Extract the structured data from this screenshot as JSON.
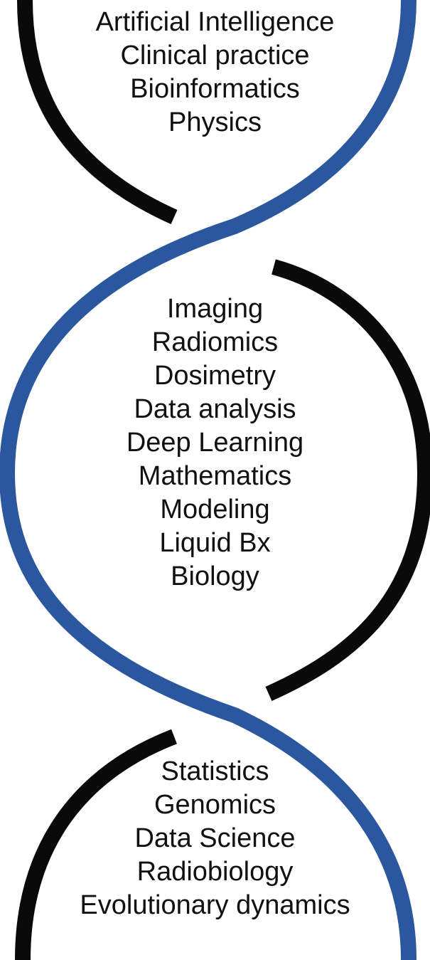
{
  "colors": {
    "strand_blue": "#2a579e",
    "strand_black": "#0a0a0a",
    "text": "#111111",
    "background": "#ffffff"
  },
  "groups": {
    "top": [
      "Artificial Intelligence",
      "Clinical practice",
      "Bioinformatics",
      "Physics"
    ],
    "middle": [
      "Imaging",
      "Radiomics",
      "Dosimetry",
      "Data analysis",
      "Deep Learning",
      "Mathematics",
      "Modeling",
      "Liquid Bx",
      "Biology"
    ],
    "bottom": [
      "Statistics",
      "Genomics",
      "Data Science",
      "Radiobiology",
      "Evolutionary dynamics"
    ]
  }
}
